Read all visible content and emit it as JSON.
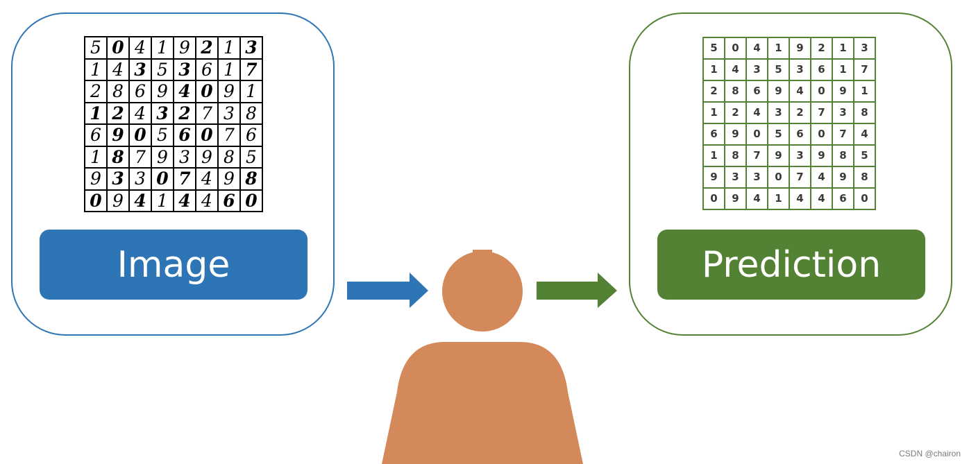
{
  "input": {
    "label": "Image",
    "digits": [
      [
        "5",
        "0",
        "4",
        "1",
        "9",
        "2",
        "1",
        "3"
      ],
      [
        "1",
        "4",
        "3",
        "5",
        "3",
        "6",
        "1",
        "7"
      ],
      [
        "2",
        "8",
        "6",
        "9",
        "4",
        "0",
        "9",
        "1"
      ],
      [
        "1",
        "2",
        "4",
        "3",
        "2",
        "7",
        "3",
        "8"
      ],
      [
        "6",
        "9",
        "0",
        "5",
        "6",
        "0",
        "7",
        "6"
      ],
      [
        "1",
        "8",
        "7",
        "9",
        "3",
        "9",
        "8",
        "5"
      ],
      [
        "9",
        "3",
        "3",
        "0",
        "7",
        "4",
        "9",
        "8"
      ],
      [
        "0",
        "9",
        "4",
        "1",
        "4",
        "4",
        "6",
        "0"
      ]
    ]
  },
  "output": {
    "label": "Prediction",
    "digits": [
      [
        "5",
        "0",
        "4",
        "1",
        "9",
        "2",
        "1",
        "3"
      ],
      [
        "1",
        "4",
        "3",
        "5",
        "3",
        "6",
        "1",
        "7"
      ],
      [
        "2",
        "8",
        "6",
        "9",
        "4",
        "0",
        "9",
        "1"
      ],
      [
        "1",
        "2",
        "4",
        "3",
        "2",
        "7",
        "3",
        "8"
      ],
      [
        "6",
        "9",
        "0",
        "5",
        "6",
        "0",
        "7",
        "4"
      ],
      [
        "1",
        "8",
        "7",
        "9",
        "3",
        "9",
        "8",
        "5"
      ],
      [
        "9",
        "3",
        "3",
        "0",
        "7",
        "4",
        "9",
        "8"
      ],
      [
        "0",
        "9",
        "4",
        "1",
        "4",
        "4",
        "6",
        "0"
      ]
    ]
  },
  "colors": {
    "input_accent": "#2e75b6",
    "output_accent": "#548235",
    "person": "#d4895a"
  },
  "icons": {
    "arrow": "right-arrow-icon",
    "person": "person-icon"
  },
  "watermark": "CSDN @chairon"
}
